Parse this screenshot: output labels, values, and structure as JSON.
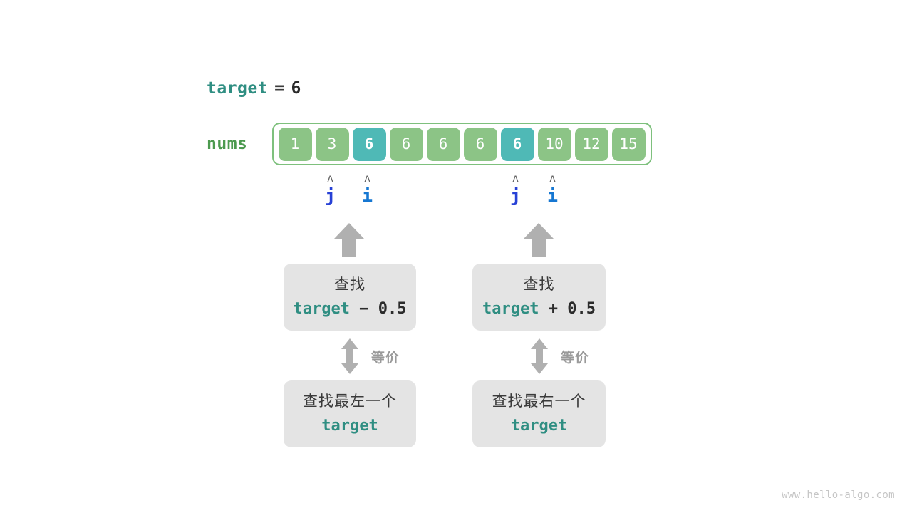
{
  "target": {
    "name": "target",
    "equals": "=",
    "value": "6"
  },
  "array": {
    "label": "nums",
    "cells": [
      {
        "value": "1",
        "highlight": false
      },
      {
        "value": "3",
        "highlight": false
      },
      {
        "value": "6",
        "highlight": true
      },
      {
        "value": "6",
        "highlight": false
      },
      {
        "value": "6",
        "highlight": false
      },
      {
        "value": "6",
        "highlight": false
      },
      {
        "value": "6",
        "highlight": true
      },
      {
        "value": "10",
        "highlight": false
      },
      {
        "value": "12",
        "highlight": false
      },
      {
        "value": "15",
        "highlight": false
      }
    ],
    "colors": {
      "cell": "#8cc486",
      "cell_highlight": "#4fb9b6",
      "frame_border": "#7ec07d",
      "label": "#4c9a4f"
    }
  },
  "pointers": [
    {
      "name": "j",
      "caret": "ʌ",
      "cell_index": 1,
      "color": "#2741d6"
    },
    {
      "name": "i",
      "caret": "ʌ",
      "cell_index": 2,
      "color": "#1677d2"
    },
    {
      "name": "j",
      "caret": "ʌ",
      "cell_index": 6,
      "color": "#2741d6"
    },
    {
      "name": "i",
      "caret": "ʌ",
      "cell_index": 7,
      "color": "#1677d2"
    }
  ],
  "left_branch": {
    "upper_box": {
      "line1": "查找",
      "target": "target",
      "operator": " − 0.5"
    },
    "equivalence_label": "等价",
    "lower_box": {
      "line1": "查找最左一个",
      "target": "target"
    }
  },
  "right_branch": {
    "upper_box": {
      "line1": "查找",
      "target": "target",
      "operator": " + 0.5"
    },
    "equivalence_label": "等价",
    "lower_box": {
      "line1": "查找最右一个",
      "target": "target"
    }
  },
  "watermark": "www.hello-algo.com",
  "colors": {
    "teal_text": "#2f8e82",
    "dark_text": "#2b2b2b",
    "arrow_gray": "#b0b0b0",
    "box_gray": "#e4e4e4"
  }
}
